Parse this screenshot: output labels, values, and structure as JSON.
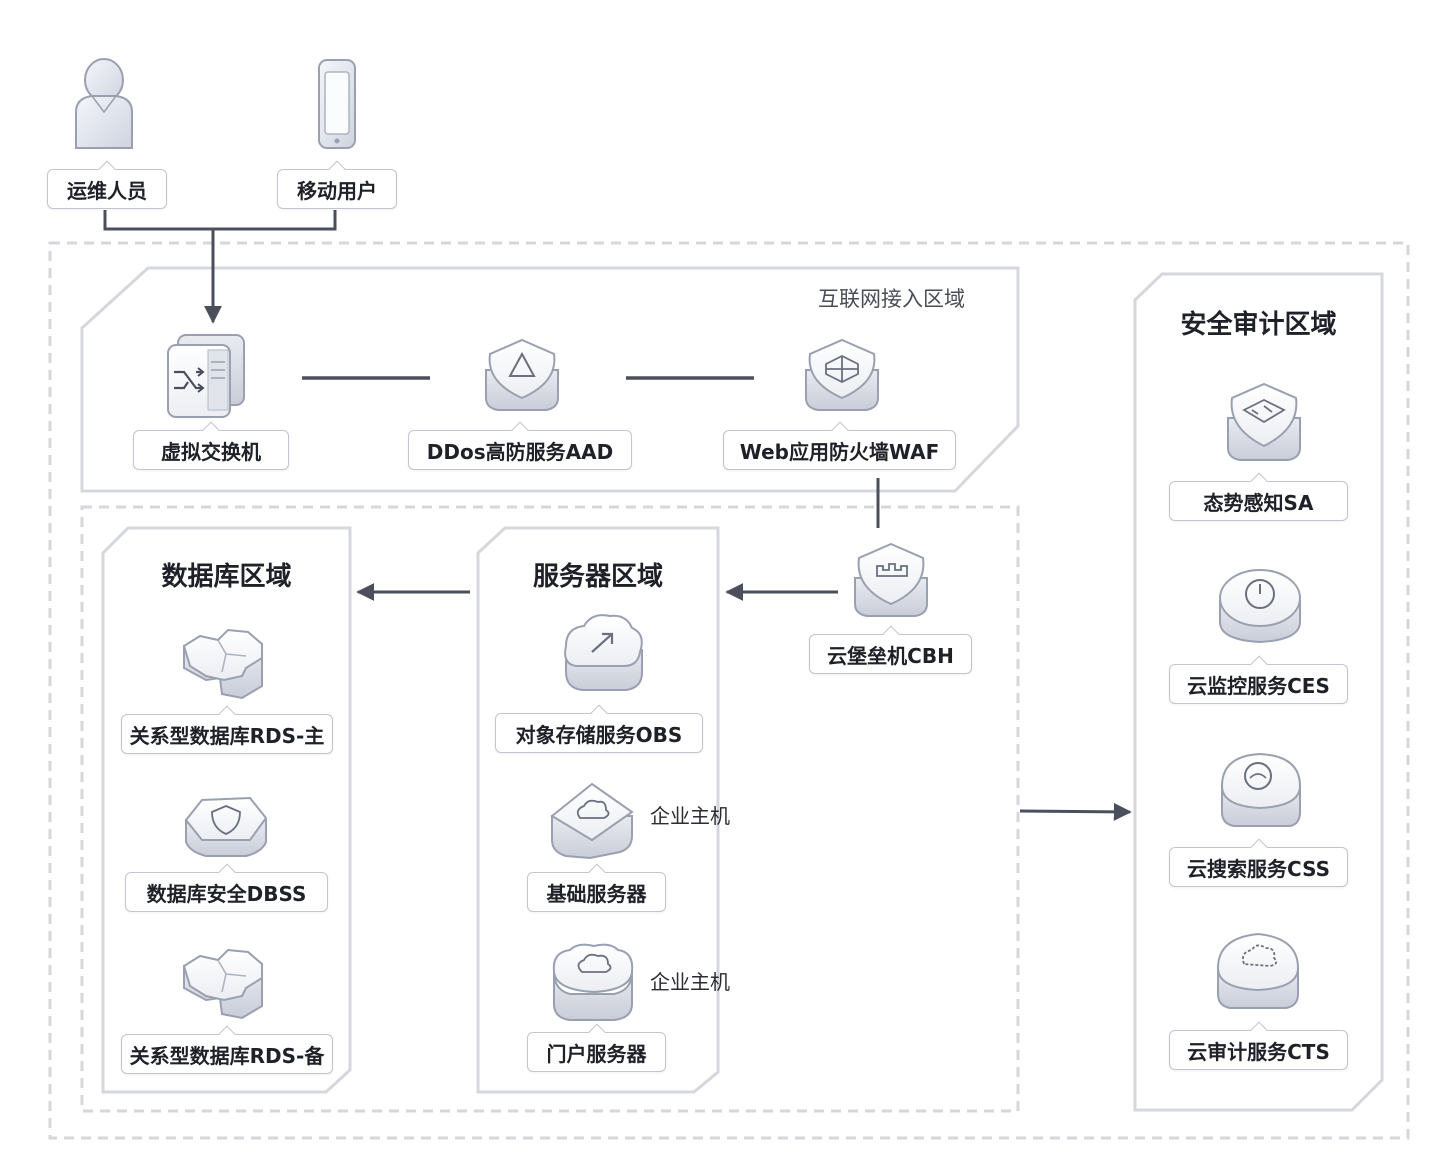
{
  "people": {
    "ops_staff": "运维人员",
    "mobile_user": "移动用户"
  },
  "internet_zone": {
    "title": "互联网接入区域",
    "vswitch": "虚拟交换机",
    "aad": "DDos高防服务AAD",
    "waf": "Web应用防火墙WAF"
  },
  "bastion": {
    "cbh": "云堡垒机CBH"
  },
  "server_zone": {
    "title": "服务器区域",
    "obs": "对象存储服务OBS",
    "basic_server": "基础服务器",
    "basic_server_note": "企业主机",
    "portal_server": "门户服务器",
    "portal_server_note": "企业主机"
  },
  "db_zone": {
    "title": "数据库区域",
    "rds_primary": "关系型数据库RDS-主",
    "dbss": "数据库安全DBSS",
    "rds_standby": "关系型数据库RDS-备"
  },
  "audit_zone": {
    "title": "安全审计区域",
    "sa": "态势感知SA",
    "ces": "云监控服务CES",
    "css": "云搜索服务CSS",
    "cts": "云审计服务CTS"
  },
  "icons": {
    "ops_staff": "person-icon",
    "mobile_user": "mobile-phone-icon",
    "vswitch": "switch-icon",
    "aad": "shield-triangle-icon",
    "waf": "shield-wall-icon",
    "cbh": "shield-fortress-icon",
    "obs": "cloud-upload-icon",
    "basic_server": "cloud-host-icon",
    "portal_server": "cloud-host-icon",
    "rds": "hexagon-cluster-icon",
    "dbss": "shield-hexagon-icon",
    "sa": "shield-chart-icon",
    "ces": "gauge-disk-icon",
    "css": "search-box-icon",
    "cts": "audit-cloud-icon"
  },
  "colors": {
    "line": "#4b4f5c",
    "zone_border": "#d5d7dd",
    "label_border": "#c2c5d0",
    "device_top": "#f7f8fb",
    "device_side": "#dde0e8",
    "device_stroke": "#9aa0af"
  }
}
